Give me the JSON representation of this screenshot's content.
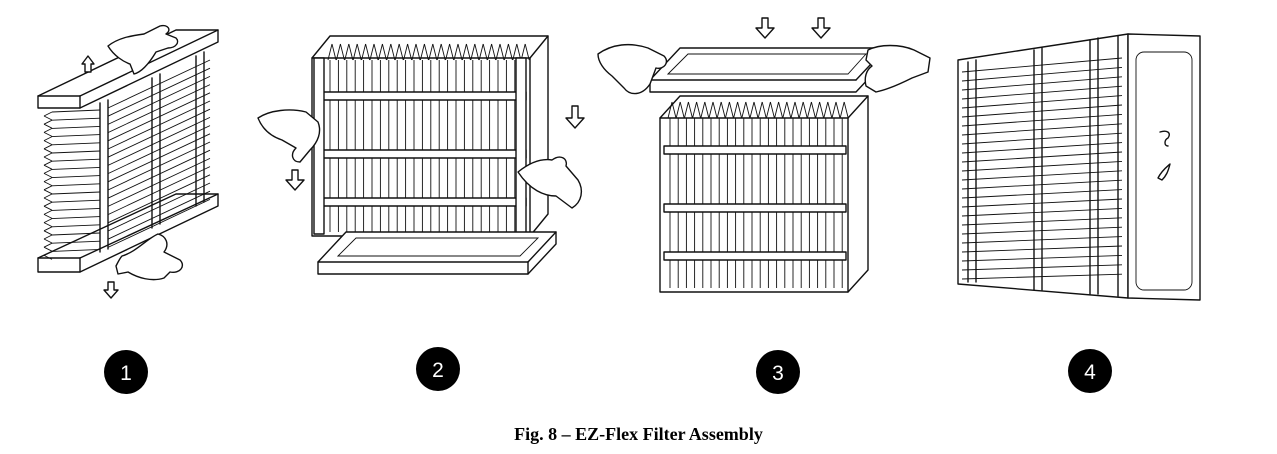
{
  "figure": {
    "caption": "Fig. 8 – EZ-Flex Filter Assembly",
    "steps": [
      {
        "number": "1"
      },
      {
        "number": "2"
      },
      {
        "number": "3"
      },
      {
        "number": "4"
      }
    ]
  }
}
